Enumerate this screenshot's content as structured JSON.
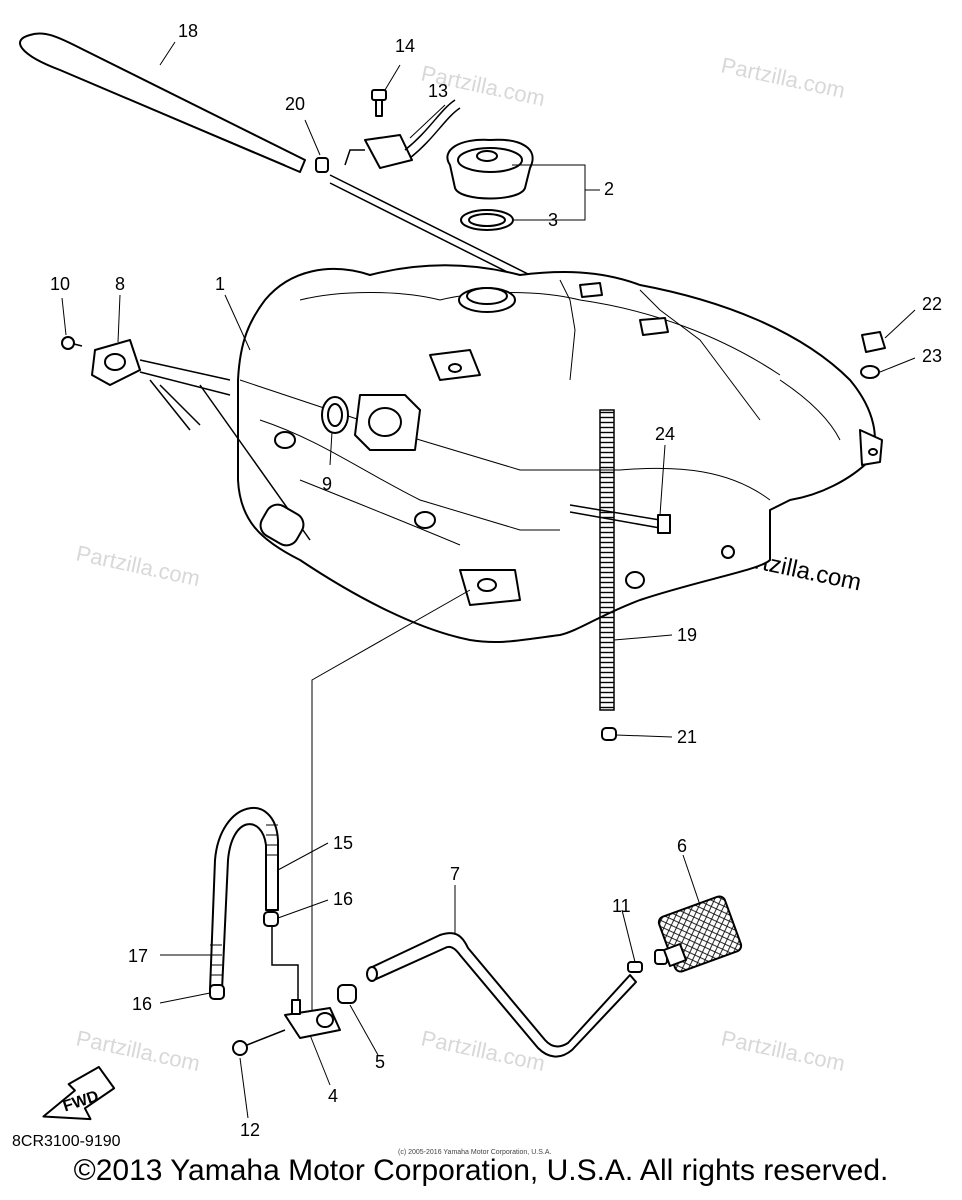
{
  "diagram_code": "8CR3100-9190",
  "copyright": "©2013 Yamaha Motor Corporation, U.S.A. All rights reserved.",
  "small_copyright": "(c) 2005-2016 Yamaha Motor Corporation, U.S.A.",
  "watermark": "Partzilla.com",
  "watermark_prominent": "Partzilla.com",
  "fwd_label": "FWD",
  "callouts": {
    "c1": "1",
    "c2": "2",
    "c3": "3",
    "c4": "4",
    "c5": "5",
    "c6": "6",
    "c7": "7",
    "c8": "8",
    "c9": "9",
    "c10": "10",
    "c11": "11",
    "c12": "12",
    "c13": "13",
    "c14": "14",
    "c15": "15",
    "c16a": "16",
    "c16b": "16",
    "c17": "17",
    "c18": "18",
    "c19": "19",
    "c20": "20",
    "c21": "21",
    "c22": "22",
    "c23": "23",
    "c24": "24"
  }
}
